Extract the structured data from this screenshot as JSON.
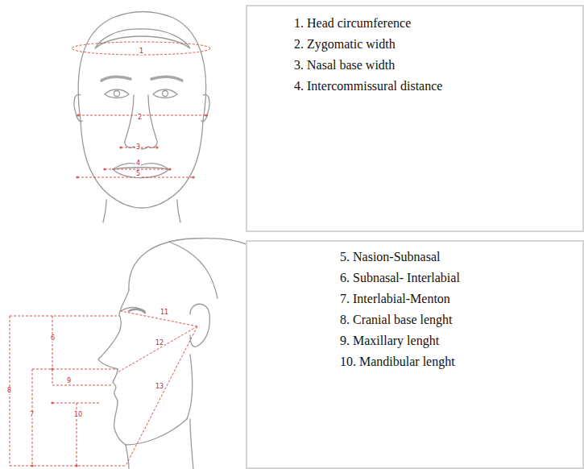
{
  "diagram": {
    "nodes": [
      {
        "text": [
          "1. Head circumference",
          "2. Zygomatic width",
          "3. Nasal base width",
          "4. Intercommissural distance"
        ]
      },
      {
        "text": [
          "5. Nasion-Subnasal",
          "6. Subnasal- Interlabial",
          "7. Interlabial-Menton",
          "8. Cranial base lenght",
          "9. Maxillary lenght",
          "10. Mandibular lenght"
        ]
      }
    ],
    "labels": [
      "1",
      "2",
      "3",
      "4",
      "5",
      "6",
      "7",
      "8",
      "9",
      "10",
      "11",
      "12",
      "13"
    ]
  }
}
